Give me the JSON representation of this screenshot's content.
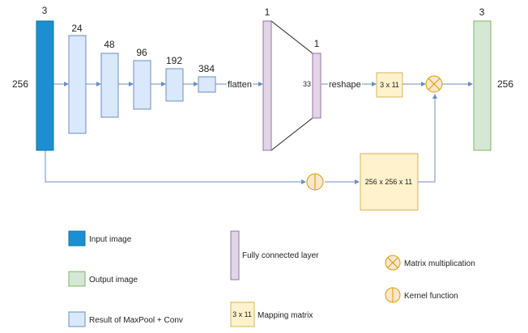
{
  "colors": {
    "input": "#1b8fd2",
    "output": "#d5e8d4",
    "conv": "#dae8fc",
    "fc": "#e1d5e7",
    "mapping": "#fff2cc",
    "operator": "#ffe6cc",
    "operator_stroke": "#d79b00",
    "line": "#6c8ebf"
  },
  "labels": {
    "input_channels": "3",
    "input_size": "256",
    "conv_1": "24",
    "conv_2": "48",
    "conv_3": "96",
    "conv_4": "192",
    "conv_5": "384",
    "flatten": "flatten",
    "fc_in": "1",
    "fc_out": "1",
    "fc_out_size": "33",
    "reshape": "reshape",
    "mapping_small": "3 x 11",
    "mapping_large": "256 x 256 x 11",
    "output_channels": "3",
    "output_size": "256"
  },
  "icons": {
    "multiply": "matrix-multiplication-icon",
    "kernel": "kernel-function-icon"
  },
  "legend": {
    "input_image": "Input image",
    "output_image": "Output image",
    "conv_result": "Result of MaxPool + Conv",
    "fc_layer": "Fully connected layer",
    "mapping_box": "3 x 11",
    "mapping_matrix": "Mapping matrix",
    "matrix_mult": "Matrix multiplication",
    "kernel_fn": "Kernel function"
  }
}
